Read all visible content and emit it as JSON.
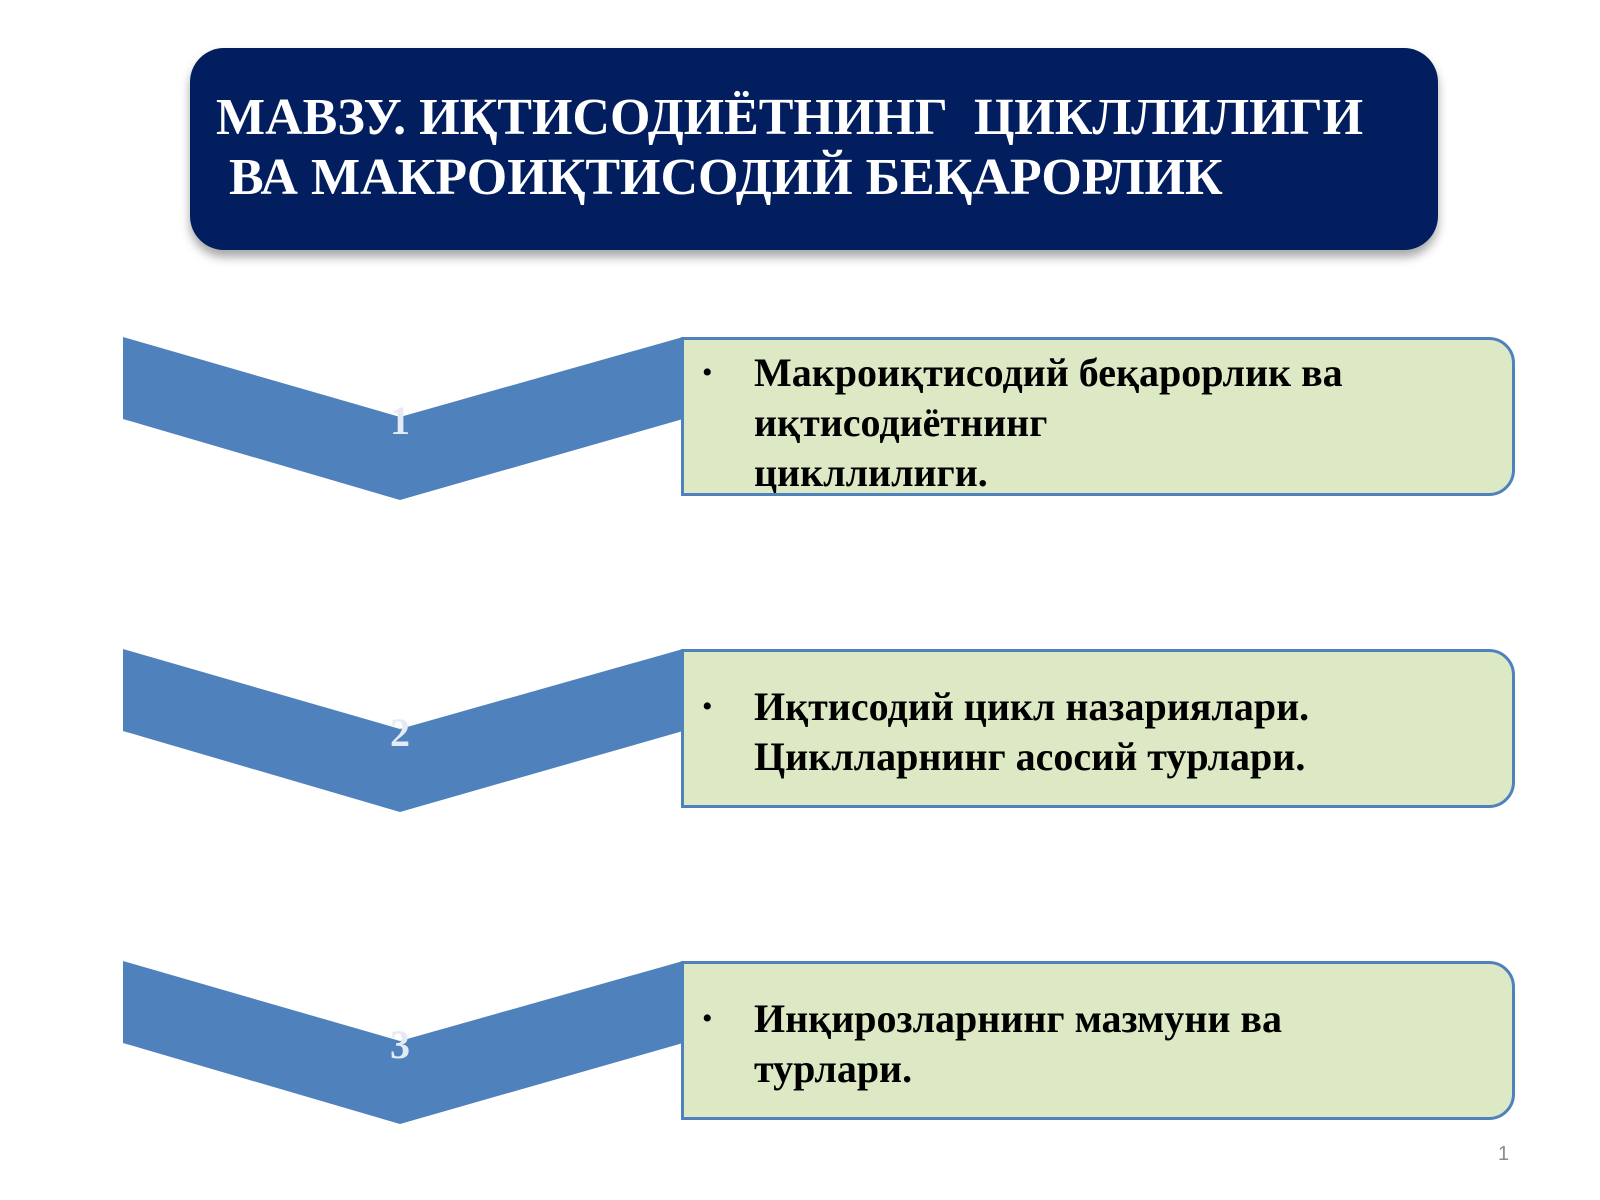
{
  "title": {
    "lines": [
      "МАВЗУ. ИҚТИСОДИЁТНИНГ  ЦИКЛЛИЛИГИ",
      " ВА МАКРОИҚТИСОДИЙ БЕҚАРОРЛИК"
    ]
  },
  "steps": [
    {
      "number": "1",
      "bullet": "•",
      "text": "Макроиқтисодий беқарорлик ва\nиқтисодиётнинг\nцикллилиги."
    },
    {
      "number": "2",
      "bullet": "•",
      "text": "Иқтисодий цикл назариялари.\nЦиклларнинг асосий турлари."
    },
    {
      "number": "3",
      "bullet": "•",
      "text": "Инқирозларнинг мазмуни ва\nтурлари."
    }
  ],
  "page_number": "1",
  "colors": {
    "title_background": "#021e5e",
    "chevron": "#4f81bd",
    "box_fill": "#dde8c5",
    "box_border": "#4f81bd"
  }
}
